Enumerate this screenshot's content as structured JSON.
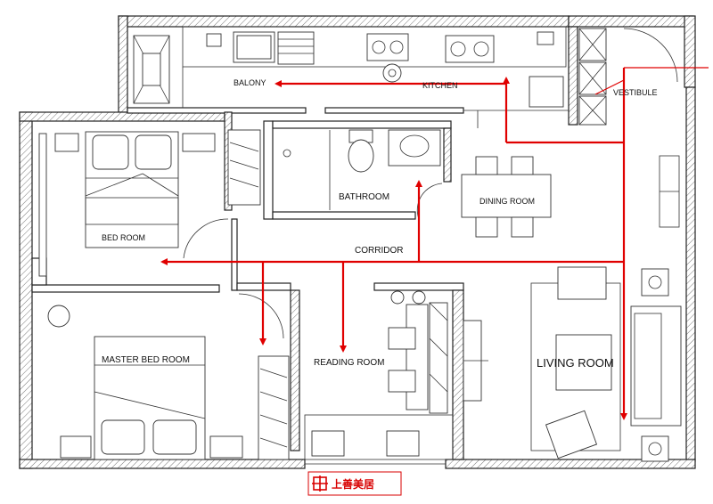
{
  "rooms": {
    "balcony": "BALONY",
    "kitchen": "KITCHEN",
    "vestibule": "VESTIBULE",
    "bathroom": "BATHROOM",
    "dining_room": "DINING ROOM",
    "bed_room": "BED ROOM",
    "corridor": "CORRIDOR",
    "master_bed_room": "MASTER BED ROOM",
    "reading_room": "READING ROOM",
    "living_room": "LIVING ROOM"
  },
  "watermark": {
    "text": "上善美居",
    "icon": "logo-mark-icon",
    "color": "#d80000"
  },
  "colors": {
    "circulation_arrow": "#e00000",
    "walls": "#222222",
    "background": "#ffffff"
  }
}
